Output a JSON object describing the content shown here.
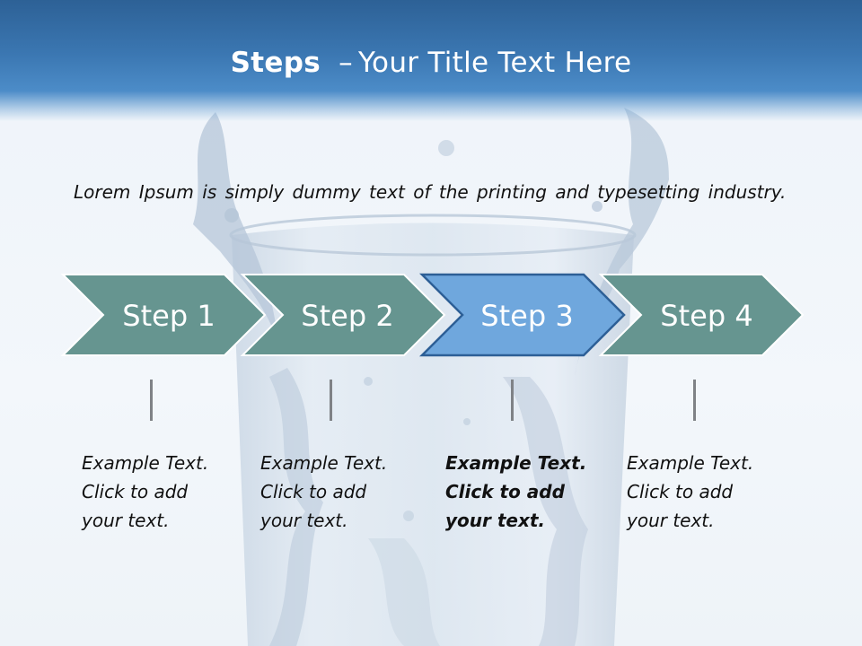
{
  "header": {
    "title_strong": "Steps",
    "title_sep": "–",
    "title_rest": "Your Title Text Here"
  },
  "intro": {
    "text": "Lorem Ipsum is simply dummy text of the printing and typesetting industry."
  },
  "steps": [
    {
      "label": "Step 1",
      "desc": [
        "Example Text.",
        "Click  to add",
        "your text."
      ],
      "highlighted": false
    },
    {
      "label": "Step 2",
      "desc": [
        "Example Text.",
        "Click  to add",
        "your text."
      ],
      "highlighted": false
    },
    {
      "label": "Step 3",
      "desc": [
        "Example Text.",
        "Click  to add",
        "your text."
      ],
      "highlighted": true
    },
    {
      "label": "Step 4",
      "desc": [
        "Example Text.",
        "Click  to add",
        "your text."
      ],
      "highlighted": false
    }
  ],
  "colors": {
    "step_fill": "#669590",
    "step_stroke": "#ffffff",
    "active_fill": "#6fa7dd",
    "active_stroke": "#2d5f96",
    "header": "#2d6196"
  }
}
